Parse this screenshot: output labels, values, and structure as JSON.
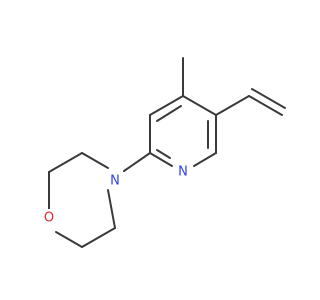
{
  "molecule": {
    "atoms": [
      {
        "id": "O",
        "label": "O",
        "color": "#e8262a"
      },
      {
        "id": "N1",
        "label": "N",
        "color": "#3041e0"
      },
      {
        "id": "N2",
        "label": "N",
        "color": "#3041e0"
      }
    ],
    "bond_color": "#3a3a3a"
  }
}
